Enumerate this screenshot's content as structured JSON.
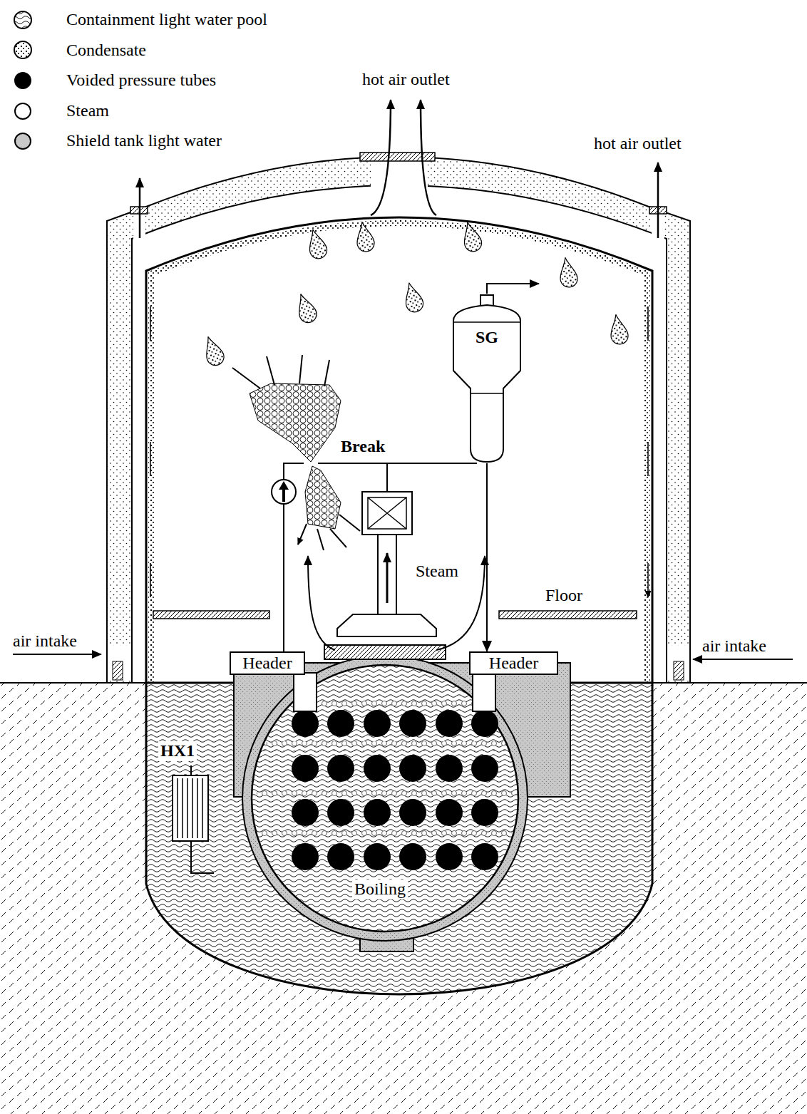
{
  "diagram": {
    "nodes": [
      {
        "text": [
          "SG"
        ]
      },
      {
        "text": [
          "Header"
        ]
      },
      {
        "text": [
          "Header"
        ]
      }
    ],
    "edges": [
      {
        "from": 1,
        "to": 0,
        "arrow": "none"
      },
      {
        "from": 0,
        "to": 2,
        "arrow": "to"
      }
    ],
    "labels": [
      "hot air outlet",
      "hot air outlet",
      "Break",
      "Steam",
      "Floor",
      "air intake",
      "air intake",
      "HX1",
      "Boiling"
    ],
    "legend": [
      {
        "text": "Containment light water pool"
      },
      {
        "text": "Condensate"
      },
      {
        "text": "Voided pressure tubes",
        "color": "#000000"
      },
      {
        "text": "Steam",
        "color": "#ffffff"
      },
      {
        "text": "Shield tank light water",
        "color": "#c8c8c8"
      }
    ]
  }
}
